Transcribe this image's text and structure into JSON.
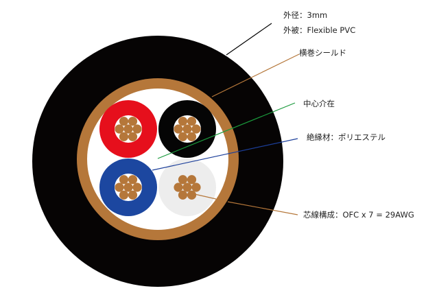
{
  "labels": {
    "outer_diameter": "外径：3mm",
    "jacket": "外被：Flexible PVC",
    "shield": "横巻シールド",
    "center_filler": "中心介在",
    "insulation": "絶縁材：ポリエステル",
    "conductor": "芯線構成：OFC  x 7 = 29AWG"
  },
  "colors": {
    "jacket": "#060404",
    "shield": "#b5773a",
    "filler": "#ffffff",
    "copper": "#b5773a",
    "insulation_red": "#e60f1c",
    "insulation_black": "#050505",
    "insulation_blue": "#1c47a0",
    "insulation_white": "#ededed",
    "leader_jacket": "#000000",
    "leader_shield": "#b5773a",
    "leader_filler": "#1a9a3c",
    "leader_insulation": "#1c3f9a",
    "leader_conductor": "#b5773a"
  },
  "cores": [
    {
      "name": "red",
      "color_key": "insulation_red"
    },
    {
      "name": "black",
      "color_key": "insulation_black"
    },
    {
      "name": "blue",
      "color_key": "insulation_blue"
    },
    {
      "name": "white",
      "color_key": "insulation_white"
    }
  ],
  "strands_per_core": 7
}
